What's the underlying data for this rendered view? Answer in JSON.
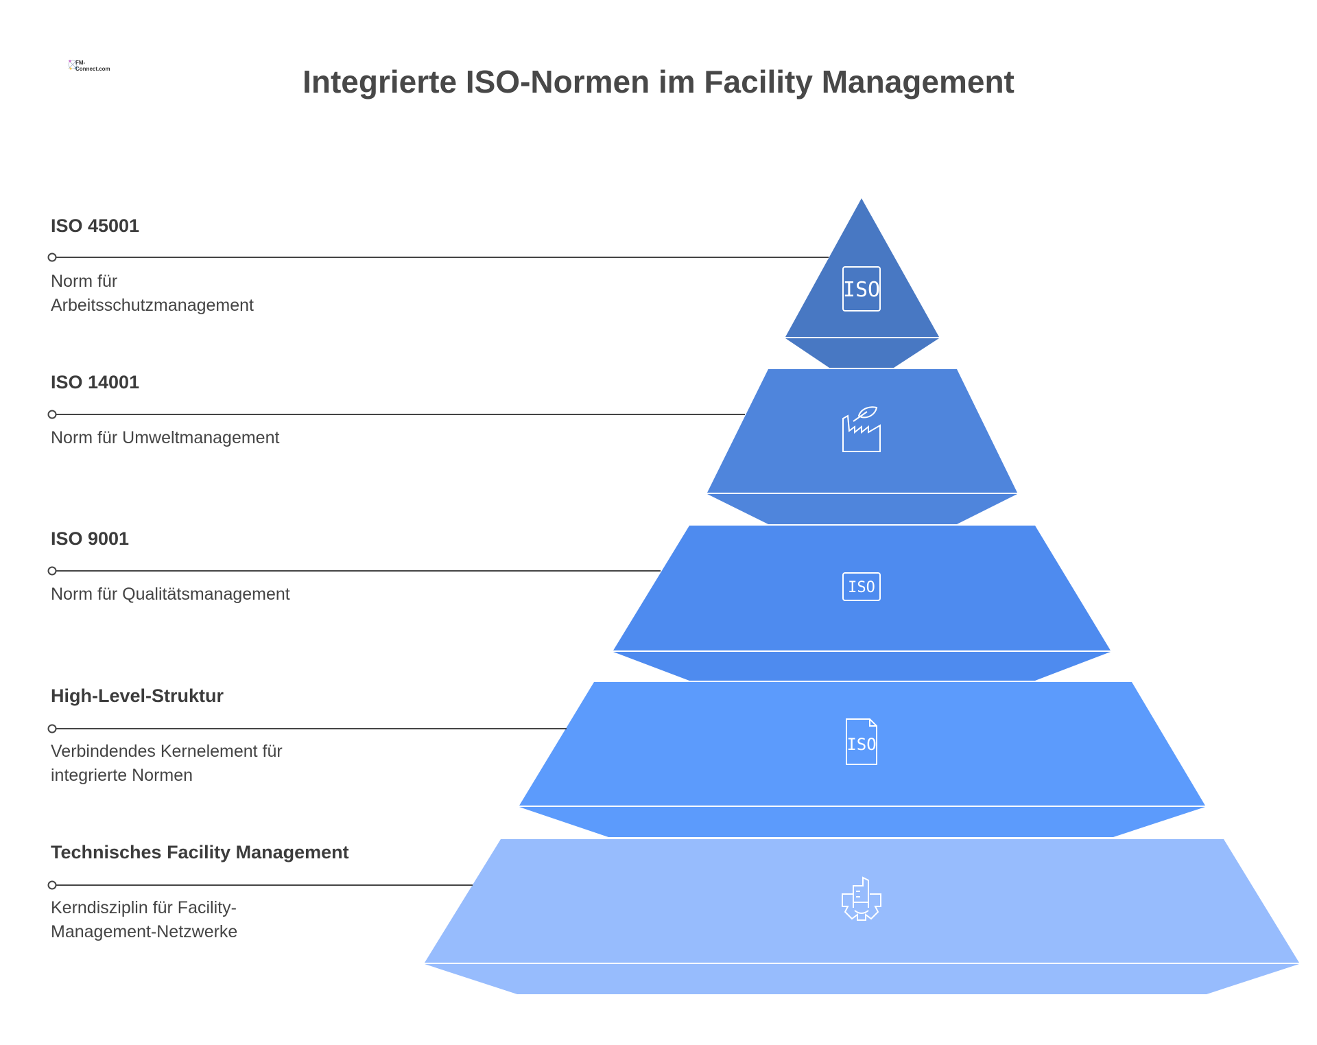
{
  "title": "Integrierte ISO-Normen im Facility Management",
  "logo": {
    "text": "FM-Connect.com"
  },
  "tiers": [
    {
      "heading": "ISO 45001",
      "desc": [
        "Norm für",
        "Arbeitsschutzmanagement"
      ],
      "icon": "iso-badge-icon",
      "icon_text": "ISO",
      "color": "#4878C3"
    },
    {
      "heading": "ISO 14001",
      "desc": [
        "Norm für Umweltmanagement"
      ],
      "icon": "eco-factory-icon",
      "color": "#4F85DC"
    },
    {
      "heading": "ISO 9001",
      "desc": [
        "Norm für Qualitätsmanagement"
      ],
      "icon": "iso-badge-icon",
      "icon_text": "ISO",
      "color": "#4E8BEF"
    },
    {
      "heading": "High-Level-Struktur",
      "desc": [
        "Verbindendes Kernelement für",
        "integrierte Normen"
      ],
      "icon": "iso-document-icon",
      "icon_text": "ISO",
      "color": "#5C9BFC"
    },
    {
      "heading": "Technisches Facility Management",
      "desc": [
        "Kerndisziplin für Facility-",
        "Management-Netzwerke"
      ],
      "icon": "building-gear-icon",
      "color": "#97BCFD"
    }
  ]
}
